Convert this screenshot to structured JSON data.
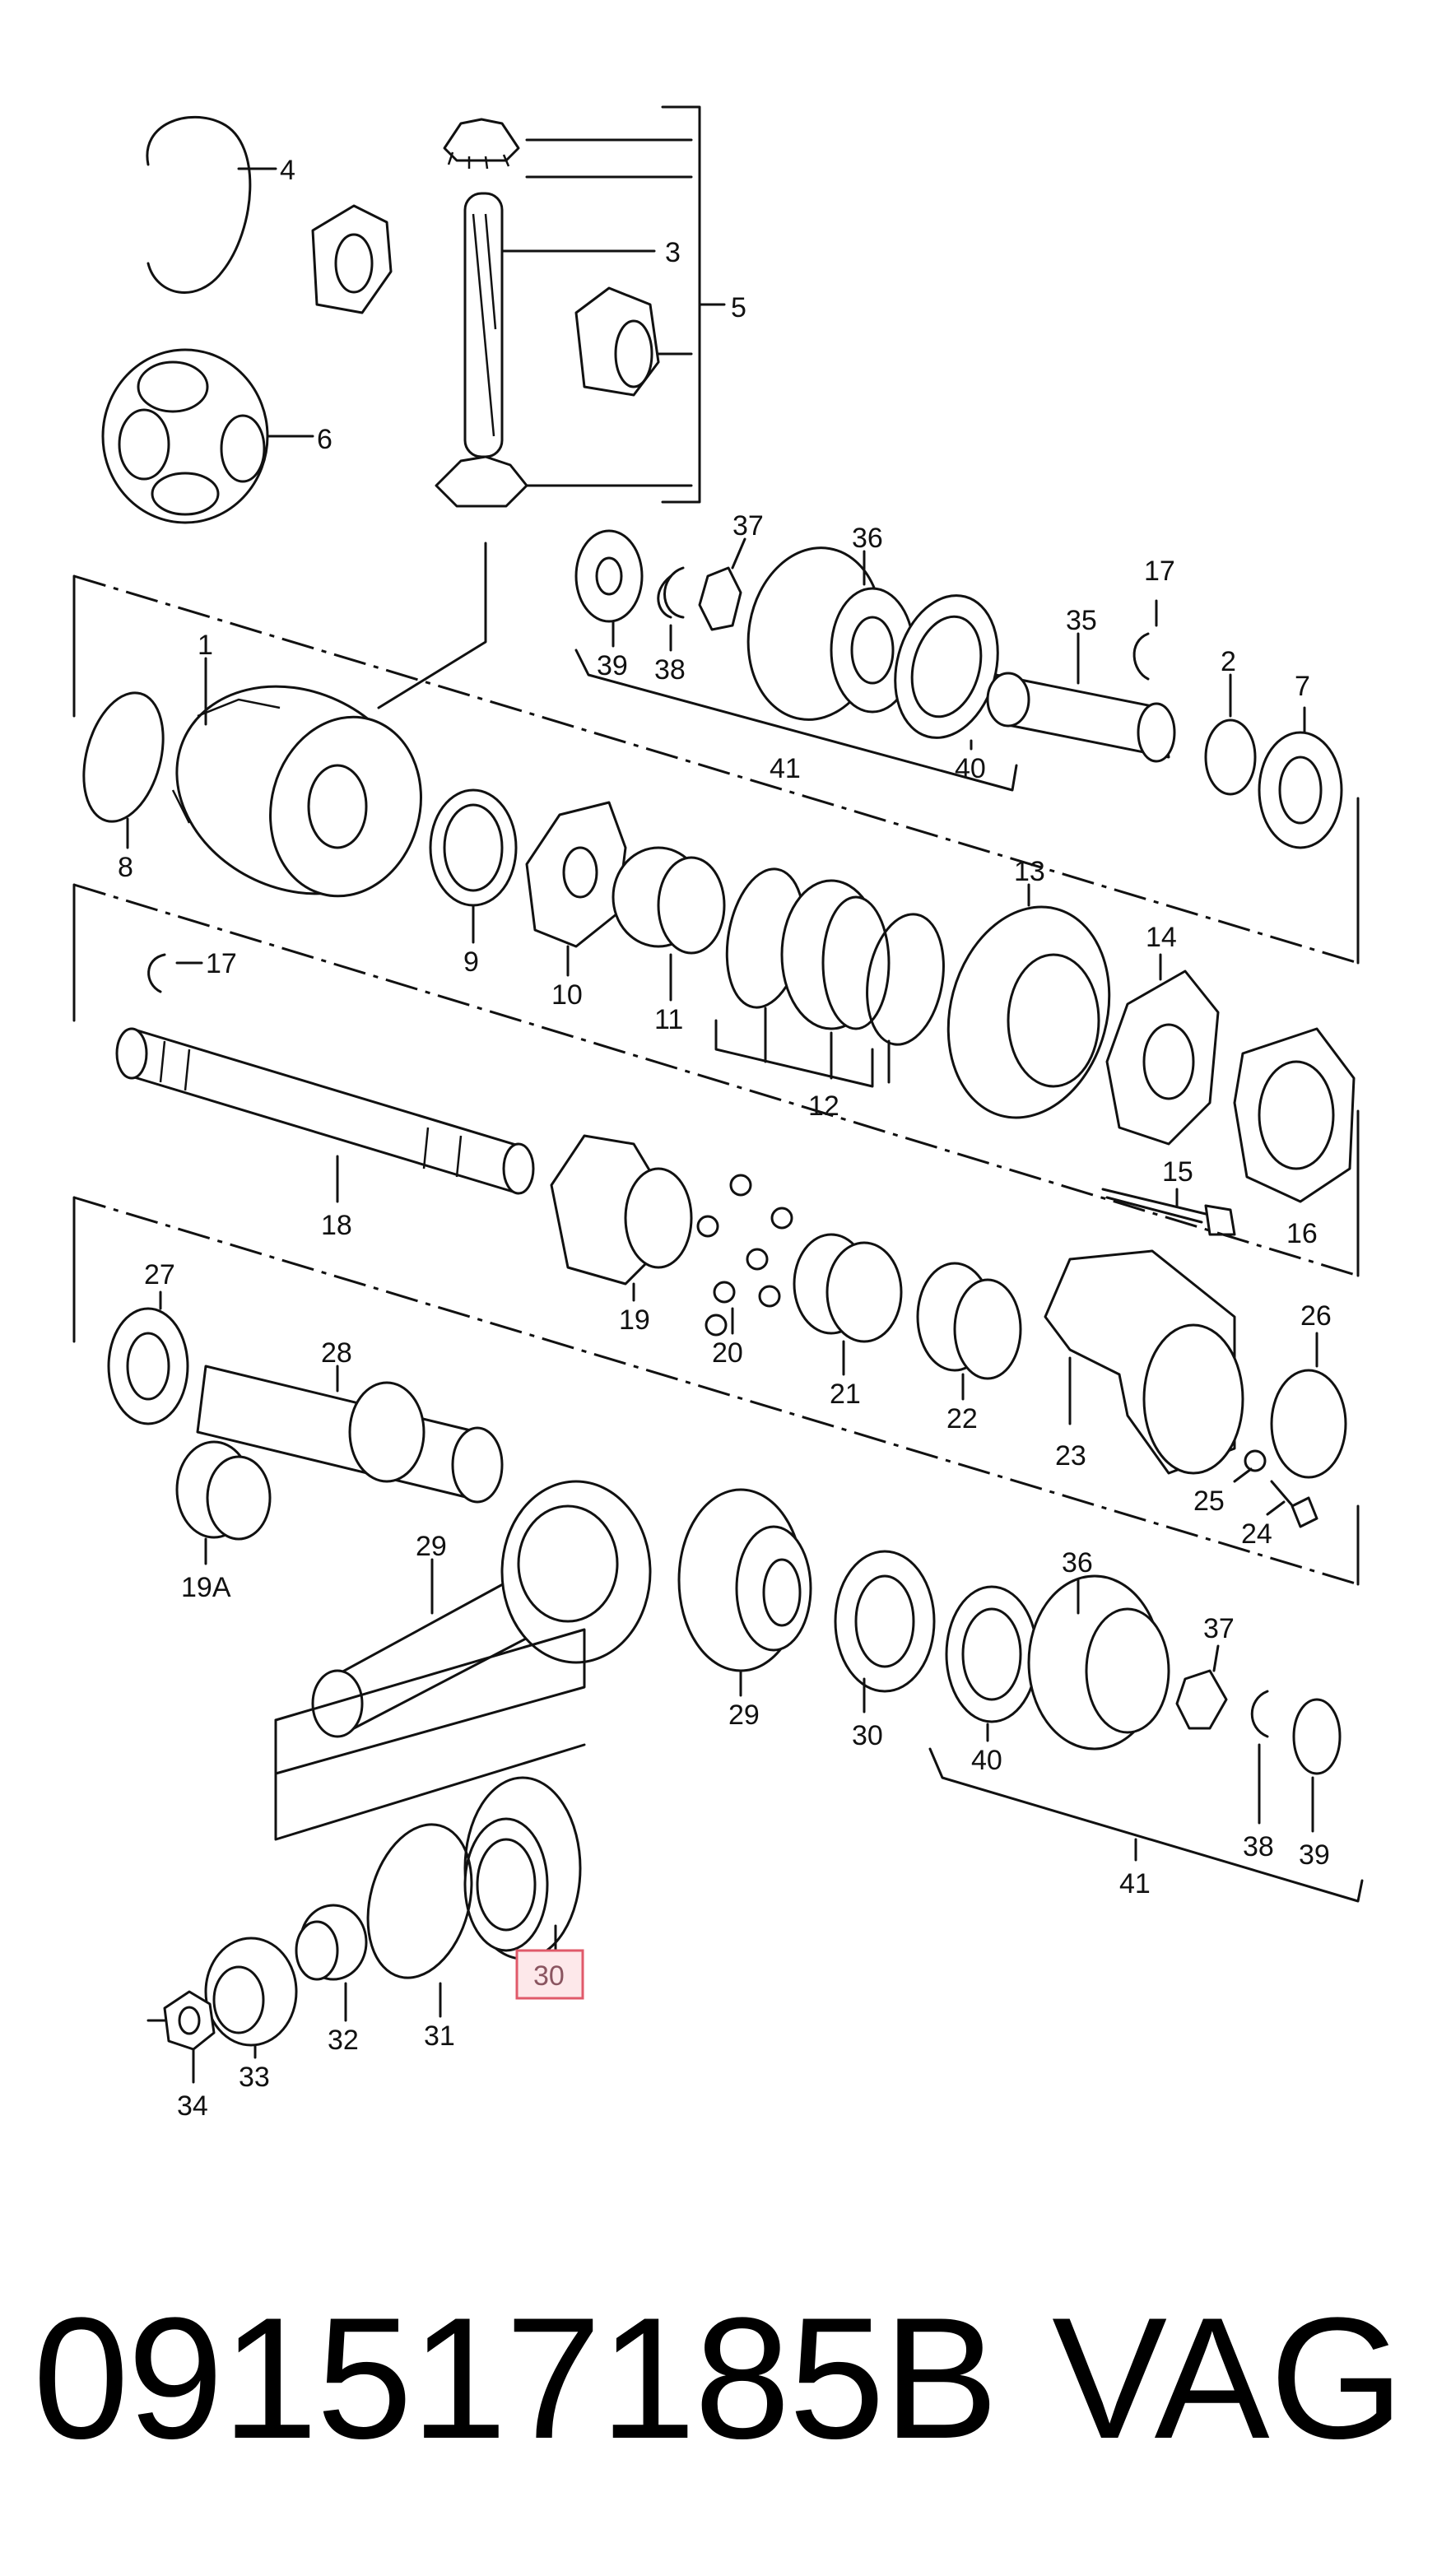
{
  "callouts": [
    "1",
    "2",
    "3",
    "4",
    "5",
    "6",
    "7",
    "8",
    "9",
    "10",
    "11",
    "12",
    "13",
    "14",
    "15",
    "16",
    "17",
    "18",
    "19",
    "19A",
    "20",
    "21",
    "22",
    "23",
    "24",
    "25",
    "26",
    "27",
    "28",
    "29",
    "30",
    "31",
    "32",
    "33",
    "34",
    "36",
    "37",
    "38",
    "39",
    "40",
    "41",
    "35"
  ],
  "highlight": {
    "label": "30",
    "accent": "#e05a6a"
  },
  "footer": {
    "part_number": "091517185B",
    "brand": "VAG"
  }
}
